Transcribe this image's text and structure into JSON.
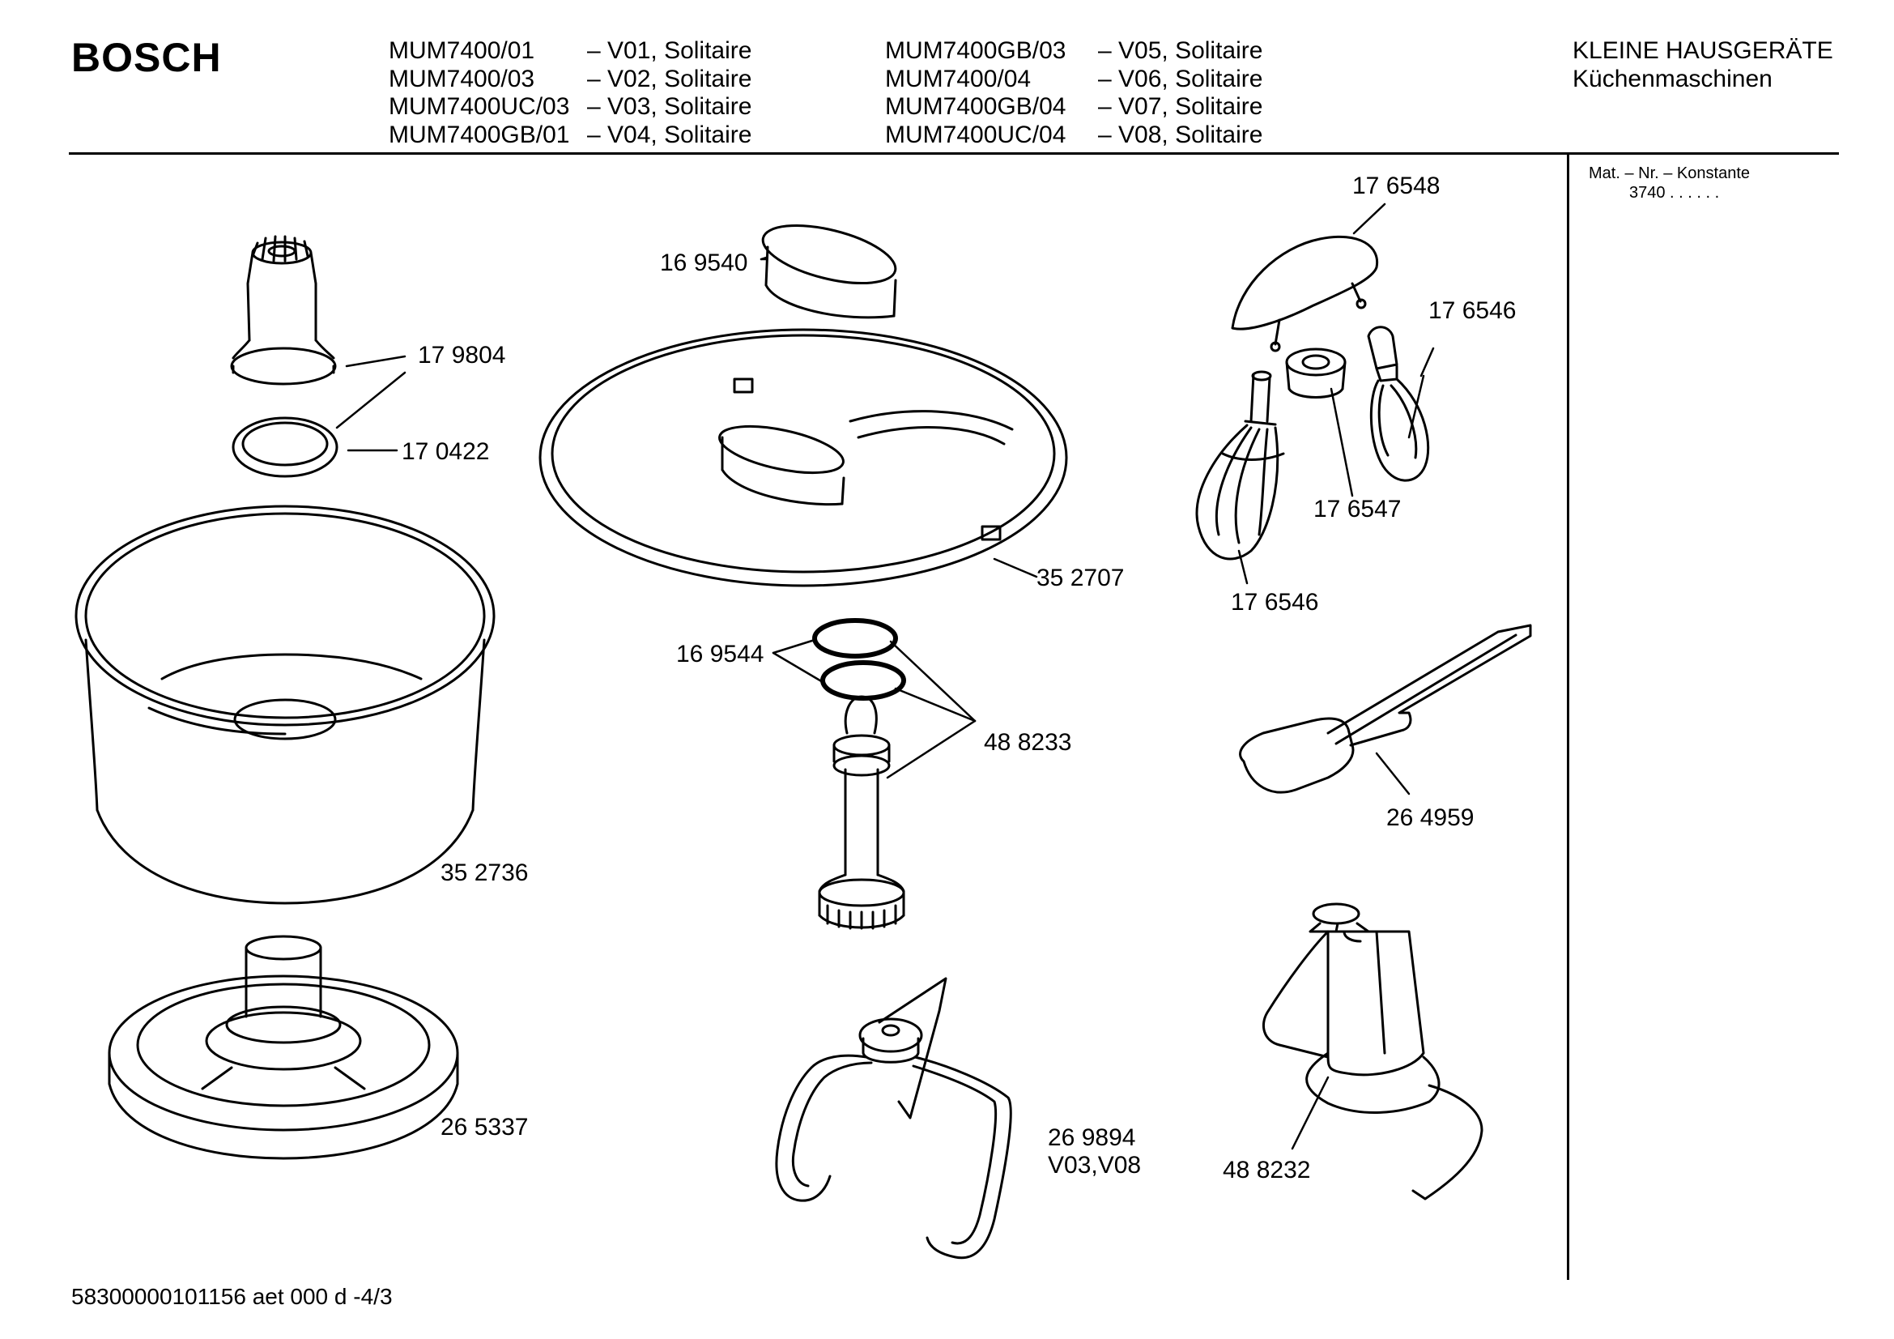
{
  "brand": "BOSCH",
  "models_col1": [
    {
      "model": "MUM7400/01",
      "variant": "– V01, Solitaire"
    },
    {
      "model": "MUM7400/03",
      "variant": "– V02, Solitaire"
    },
    {
      "model": "MUM7400UC/03",
      "variant": "– V03, Solitaire"
    },
    {
      "model": "MUM7400GB/01",
      "variant": "– V04, Solitaire"
    }
  ],
  "models_col2": [
    {
      "model": "MUM7400GB/03",
      "variant": "– V05, Solitaire"
    },
    {
      "model": "MUM7400/04",
      "variant": "– V06, Solitaire"
    },
    {
      "model": "MUM7400GB/04",
      "variant": "– V07, Solitaire"
    },
    {
      "model": "MUM7400UC/04",
      "variant": "– V08, Solitaire"
    }
  ],
  "category": {
    "line1": "KLEINE HAUSGERÄTE",
    "line2": "Küchenmaschinen"
  },
  "mat": {
    "label": "Mat. – Nr. – Konstante",
    "value": "3740  .  .    .  .  .  ."
  },
  "parts": {
    "p179804": "17 9804",
    "p170422": "17 0422",
    "p352736": "35 2736",
    "p265337": "26 5337",
    "p169540": "16 9540",
    "p352707": "35 2707",
    "p169544": "16 9544",
    "p488233": "48 8233",
    "p269894": "26 9894",
    "p269894_note": "V03,V08",
    "p176548": "17 6548",
    "p176546a": "17 6546",
    "p176547": "17 6547",
    "p176546b": "17 6546",
    "p264959": "26 4959",
    "p488232": "48 8232"
  },
  "footer": "58300000101156 aet 000 d  -4/3"
}
